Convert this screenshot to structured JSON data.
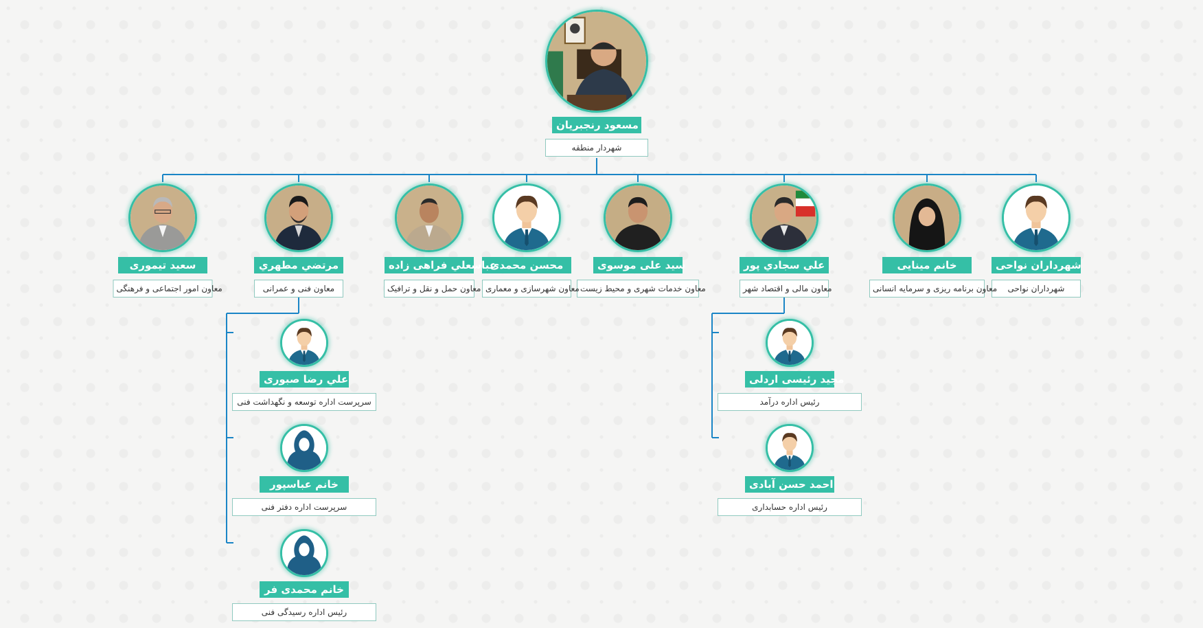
{
  "colors": {
    "accent": "#35bfa6",
    "line": "#1a85c6",
    "silhouette": "#1f5f87",
    "frame": "#8fc9bf"
  },
  "head": {
    "name": "مسعود رنجبريان",
    "title": "شهردار منطقه",
    "icon": "portrait-photo"
  },
  "deputies": [
    {
      "name": "شهرداران نواحی",
      "title": "شهرداران نواحی",
      "icon": "male-avatar-icon"
    },
    {
      "name": "خانم مینایی",
      "title": "معاون برنامه ریزی و سرمایه انسانی",
      "icon": "portrait-photo"
    },
    {
      "name": "علي سجادي پور",
      "title": "معاون مالی و اقتصاد شهر",
      "icon": "portrait-photo"
    },
    {
      "name": "سید علی موسوی",
      "title": "معاون خدمات شهری و محیط زیست",
      "icon": "portrait-photo"
    },
    {
      "name": "محسن محمدی",
      "title": "معاون شهرسازی و معماری",
      "icon": "male-avatar-icon"
    },
    {
      "name": "عباسعلي فراهی زاده",
      "title": "معاون حمل و نقل و ترافیک",
      "icon": "portrait-photo"
    },
    {
      "name": "مرتضي مطهري",
      "title": "معاون فنی و عمرانی",
      "icon": "portrait-photo"
    },
    {
      "name": "سعید تیموری",
      "title": "معاون امور اجتماعی و فرهنگی",
      "icon": "portrait-photo"
    }
  ],
  "finance_staff": [
    {
      "name": "مجید رئیسی اردلی",
      "title": "رئیس اداره درآمد",
      "icon": "male-avatar-icon"
    },
    {
      "name": "احمد حسن آبادی",
      "title": "رئیس اداره حسابداری",
      "icon": "male-avatar-icon"
    }
  ],
  "technical_staff": [
    {
      "name": "علي رضا صبوری",
      "title": "سرپرست اداره توسعه و نگهداشت فنی",
      "icon": "male-avatar-icon"
    },
    {
      "name": "خانم عباسپور",
      "title": "سرپرست اداره دفتر فنی",
      "icon": "female-avatar-icon"
    },
    {
      "name": "خانم محمدی فر",
      "title": "رئیس اداره رسیدگی فنی",
      "icon": "female-avatar-icon"
    }
  ]
}
